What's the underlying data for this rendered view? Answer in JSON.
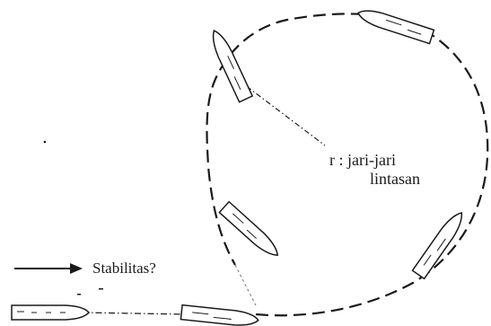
{
  "diagram": {
    "radius_label_line1": "r : jari-jari",
    "radius_label_line2": "lintasan",
    "stability_label": "Stabilitas?",
    "ink_color": "#1a1a1a"
  }
}
